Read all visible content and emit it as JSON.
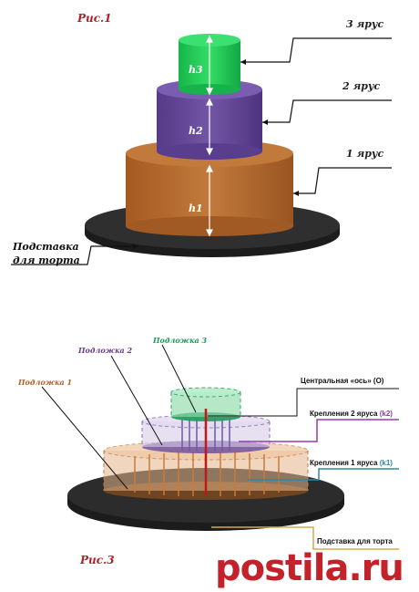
{
  "figure1": {
    "title": "Рис.1",
    "tiers": [
      {
        "label": "3 ярус",
        "height_label": "h3"
      },
      {
        "label": "2 ярус",
        "height_label": "h2"
      },
      {
        "label": "1 ярус",
        "height_label": "h1"
      }
    ],
    "stand_label_line1": "Подставка",
    "stand_label_line2": "для торта"
  },
  "figure3": {
    "title": "Рис.3",
    "board3": "Подложка 3",
    "board2": "Подложка 2",
    "board1": "Подложка 1",
    "axis_label": "Центральная «ось» (О)",
    "mount2_label": "Крепления 2 яруса",
    "mount2_code": "(k2)",
    "mount1_label": "Крепления 1 яруса",
    "mount1_code": "(k1)",
    "stand_label": "Подставка  для торта"
  },
  "brand": {
    "name": "postila.ru"
  },
  "colors": {
    "tier3": "#22cc55",
    "tier2": "#6a4a9a",
    "tier1": "#b8692e",
    "stand": "#2a2a2a",
    "board3_text": "#1a9a5a",
    "board2_text": "#6a3a8a",
    "board1_text": "#b0602a",
    "k2_code": "#8a3aaa",
    "k1_code": "#2a8aa6",
    "brand": "#c4222a"
  }
}
